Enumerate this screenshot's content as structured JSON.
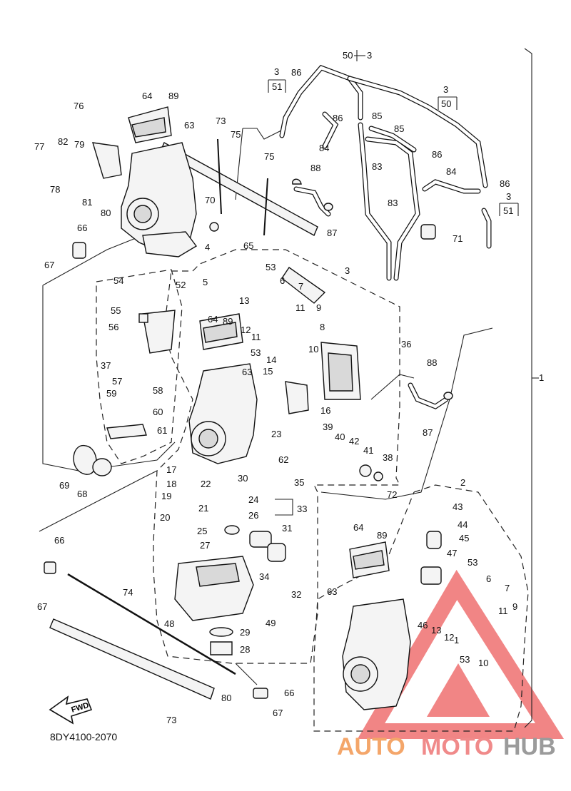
{
  "diagram": {
    "code": "8DY4100-2070",
    "fwd_label": "FWD",
    "watermark": {
      "auto": "AUTO",
      "moto": "MOTO",
      "hub": "HUB",
      "colors": {
        "auto": "#f4a66a",
        "moto": "#f08a8a",
        "hub": "#9b9b9b",
        "triangle": "#f07878"
      }
    },
    "callouts": {
      "c50_3": "50",
      "c50_3b": "3",
      "c3_51a_top": "3",
      "c3_51a_bot": "51",
      "c3_50_top": "3",
      "c3_50_bot": "50",
      "c3_51b_top": "3",
      "c3_51b_bot": "51"
    },
    "labels": [
      {
        "id": "l86a",
        "text": "86"
      },
      {
        "id": "l64a",
        "text": "64"
      },
      {
        "id": "l89a",
        "text": "89"
      },
      {
        "id": "l76",
        "text": "76"
      },
      {
        "id": "l63a",
        "text": "63"
      },
      {
        "id": "l73a",
        "text": "73"
      },
      {
        "id": "l75a",
        "text": "75"
      },
      {
        "id": "l77",
        "text": "77"
      },
      {
        "id": "l82",
        "text": "82"
      },
      {
        "id": "l79",
        "text": "79"
      },
      {
        "id": "l78",
        "text": "78"
      },
      {
        "id": "l81",
        "text": "81"
      },
      {
        "id": "l80a",
        "text": "80"
      },
      {
        "id": "l70",
        "text": "70"
      },
      {
        "id": "l75b",
        "text": "75"
      },
      {
        "id": "l66a",
        "text": "66"
      },
      {
        "id": "l67a",
        "text": "67"
      },
      {
        "id": "l4",
        "text": "4"
      },
      {
        "id": "l84a",
        "text": "84"
      },
      {
        "id": "l88a",
        "text": "88"
      },
      {
        "id": "l87a",
        "text": "87"
      },
      {
        "id": "l86b",
        "text": "86"
      },
      {
        "id": "l85a",
        "text": "85"
      },
      {
        "id": "l85b",
        "text": "85"
      },
      {
        "id": "l86c",
        "text": "86"
      },
      {
        "id": "l83a",
        "text": "83"
      },
      {
        "id": "l83b",
        "text": "83"
      },
      {
        "id": "l84b",
        "text": "84"
      },
      {
        "id": "l86d",
        "text": "86"
      },
      {
        "id": "l71",
        "text": "71"
      },
      {
        "id": "l65",
        "text": "65"
      },
      {
        "id": "l53a",
        "text": "53"
      },
      {
        "id": "l3a",
        "text": "3"
      },
      {
        "id": "l5",
        "text": "5"
      },
      {
        "id": "l6a",
        "text": "6"
      },
      {
        "id": "l7a",
        "text": "7"
      },
      {
        "id": "l54",
        "text": "54"
      },
      {
        "id": "l52",
        "text": "52"
      },
      {
        "id": "l13a",
        "text": "13"
      },
      {
        "id": "l11a",
        "text": "11"
      },
      {
        "id": "l9a",
        "text": "9"
      },
      {
        "id": "l55",
        "text": "55"
      },
      {
        "id": "l64b",
        "text": "64"
      },
      {
        "id": "l89b",
        "text": "89"
      },
      {
        "id": "l12a",
        "text": "12"
      },
      {
        "id": "l11b",
        "text": "11"
      },
      {
        "id": "l56",
        "text": "56"
      },
      {
        "id": "l8",
        "text": "8"
      },
      {
        "id": "l10a",
        "text": "10"
      },
      {
        "id": "l37",
        "text": "37"
      },
      {
        "id": "l53b",
        "text": "53"
      },
      {
        "id": "l63b",
        "text": "63"
      },
      {
        "id": "l14",
        "text": "14"
      },
      {
        "id": "l15",
        "text": "15"
      },
      {
        "id": "l36",
        "text": "36"
      },
      {
        "id": "l57",
        "text": "57"
      },
      {
        "id": "l58",
        "text": "58"
      },
      {
        "id": "l59",
        "text": "59"
      },
      {
        "id": "l16",
        "text": "16"
      },
      {
        "id": "l88b",
        "text": "88"
      },
      {
        "id": "l1",
        "text": "1"
      },
      {
        "id": "l60",
        "text": "60"
      },
      {
        "id": "l61",
        "text": "61"
      },
      {
        "id": "l23",
        "text": "23"
      },
      {
        "id": "l39",
        "text": "39"
      },
      {
        "id": "l40",
        "text": "40"
      },
      {
        "id": "l42",
        "text": "42"
      },
      {
        "id": "l41",
        "text": "41"
      },
      {
        "id": "l38",
        "text": "38"
      },
      {
        "id": "l87b",
        "text": "87"
      },
      {
        "id": "l69",
        "text": "69"
      },
      {
        "id": "l68",
        "text": "68"
      },
      {
        "id": "l62",
        "text": "62"
      },
      {
        "id": "l17",
        "text": "17"
      },
      {
        "id": "l30",
        "text": "30"
      },
      {
        "id": "l35",
        "text": "35"
      },
      {
        "id": "l18",
        "text": "18"
      },
      {
        "id": "l22",
        "text": "22"
      },
      {
        "id": "l19",
        "text": "19"
      },
      {
        "id": "l24",
        "text": "24"
      },
      {
        "id": "l33",
        "text": "33"
      },
      {
        "id": "l72",
        "text": "72"
      },
      {
        "id": "l2",
        "text": "2"
      },
      {
        "id": "l43",
        "text": "43"
      },
      {
        "id": "l21",
        "text": "21"
      },
      {
        "id": "l26",
        "text": "26"
      },
      {
        "id": "l20",
        "text": "20"
      },
      {
        "id": "l44",
        "text": "44"
      },
      {
        "id": "l25",
        "text": "25"
      },
      {
        "id": "l31",
        "text": "31"
      },
      {
        "id": "l64c",
        "text": "64"
      },
      {
        "id": "l89c",
        "text": "89"
      },
      {
        "id": "l45",
        "text": "45"
      },
      {
        "id": "l66b",
        "text": "66"
      },
      {
        "id": "l27",
        "text": "27"
      },
      {
        "id": "l47",
        "text": "47"
      },
      {
        "id": "l34",
        "text": "34"
      },
      {
        "id": "l53c",
        "text": "53"
      },
      {
        "id": "l6b",
        "text": "6"
      },
      {
        "id": "l7b",
        "text": "7"
      },
      {
        "id": "l32",
        "text": "32"
      },
      {
        "id": "l63c",
        "text": "63"
      },
      {
        "id": "l74",
        "text": "74"
      },
      {
        "id": "l67b",
        "text": "67"
      },
      {
        "id": "l48",
        "text": "48"
      },
      {
        "id": "l49",
        "text": "49"
      },
      {
        "id": "l11c",
        "text": "11"
      },
      {
        "id": "l9b",
        "text": "9"
      },
      {
        "id": "l46",
        "text": "46"
      },
      {
        "id": "l13b",
        "text": "13"
      },
      {
        "id": "l12b",
        "text": "12"
      },
      {
        "id": "l1b",
        "text": "1"
      },
      {
        "id": "l29",
        "text": "29"
      },
      {
        "id": "l28",
        "text": "28"
      },
      {
        "id": "l53d",
        "text": "53"
      },
      {
        "id": "l10b",
        "text": "10"
      },
      {
        "id": "l80b",
        "text": "80"
      },
      {
        "id": "l66c",
        "text": "66"
      },
      {
        "id": "l67c",
        "text": "67"
      },
      {
        "id": "l73b",
        "text": "73"
      }
    ]
  }
}
